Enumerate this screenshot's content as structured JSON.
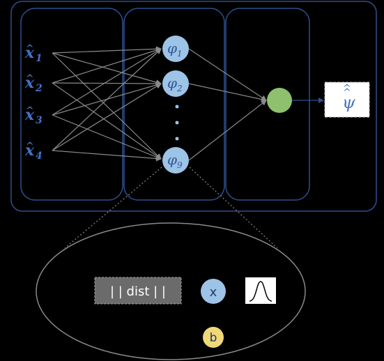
{
  "colors": {
    "background": "#000000",
    "frame": "#2f4f8f",
    "input_text": "#4472c4",
    "hidden_node": "#9dc3e6",
    "hidden_node_text": "#2e5597",
    "edge": "#8a8a8a",
    "output_node": "#8fc06e",
    "output_box_bg": "#ffffff",
    "output_text": "#4472c4",
    "detail_frame": "#8a8a8a",
    "dist_box_bg": "#6b6b6b",
    "dist_text": "#ffffff",
    "bias_node": "#f0d878",
    "x_node_text": "#1f3864"
  },
  "inputs": [
    {
      "base": "x",
      "sub": "1"
    },
    {
      "base": "x",
      "sub": "2"
    },
    {
      "base": "x",
      "sub": "3"
    },
    {
      "base": "x",
      "sub": "4"
    }
  ],
  "hidden": [
    {
      "base": "φ",
      "sub": "1"
    },
    {
      "base": "φ",
      "sub": "2"
    },
    {
      "base": "φ",
      "sub": "9"
    }
  ],
  "output": {
    "symbol": "ψ"
  },
  "detail": {
    "dist_label": "| | dist | |",
    "x_label": "x",
    "bias_label": "b",
    "activation_icon": "gaussian-bell-icon"
  }
}
